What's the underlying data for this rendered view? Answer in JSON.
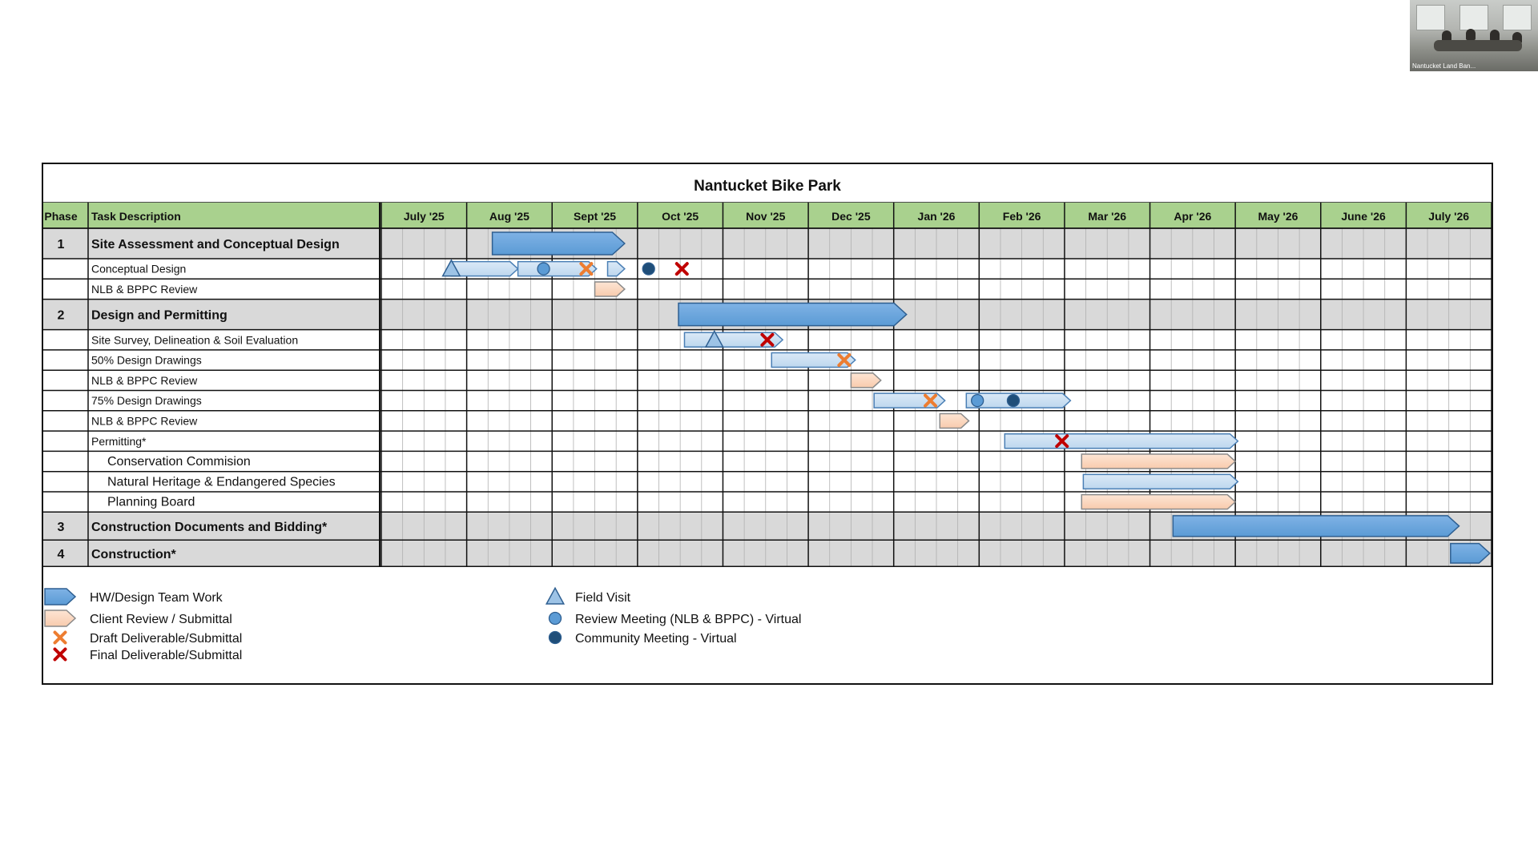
{
  "video_thumbnail": {
    "label": "Nantucket Land Ban..."
  },
  "chart_data": {
    "type": "gantt",
    "title": "Nantucket Bike Park",
    "columns": {
      "phase": "Phase",
      "task": "Task Description"
    },
    "months": [
      "July '25",
      "Aug '25",
      "Sept '25",
      "Oct '25",
      "Nov '25",
      "Dec '25",
      "Jan '26",
      "Feb '26",
      "Mar '26",
      "Apr '26",
      "May '26",
      "June '26",
      "July '26"
    ],
    "colors": {
      "header_green": "#a9d18e",
      "team_blue": "#5b9bd5",
      "team_blue_light": "#bdd7ee",
      "client_tan": "#f8cbad",
      "draft_orange": "#ed7d31",
      "final_red": "#c00000",
      "review_circle": "#5b9bd5",
      "community_circle": "#1f4e79"
    },
    "rows": [
      {
        "phase": "1",
        "task": "Site Assessment and Conceptual Design",
        "level": "phase",
        "bars": [
          {
            "kind": "team_phase",
            "start": 1.3,
            "end": 2.85
          }
        ],
        "markers": []
      },
      {
        "phase": "",
        "task": "Conceptual Design",
        "level": "task",
        "bars": [
          {
            "kind": "team",
            "start": 0.82,
            "end": 1.6
          },
          {
            "kind": "team",
            "start": 1.6,
            "end": 2.52
          },
          {
            "kind": "team",
            "start": 2.65,
            "end": 2.85
          }
        ],
        "markers": [
          {
            "kind": "field_visit",
            "pos": 0.82
          },
          {
            "kind": "review_meeting",
            "pos": 1.9
          },
          {
            "kind": "draft",
            "pos": 2.4
          },
          {
            "kind": "community_meeting",
            "pos": 3.13
          },
          {
            "kind": "final",
            "pos": 3.52
          }
        ]
      },
      {
        "phase": "",
        "task": "NLB & BPPC Review",
        "level": "task",
        "bars": [
          {
            "kind": "client",
            "start": 2.5,
            "end": 2.85
          }
        ],
        "markers": []
      },
      {
        "phase": "2",
        "task": "Design and Permitting",
        "level": "phase",
        "bars": [
          {
            "kind": "team_phase",
            "start": 3.48,
            "end": 6.15
          }
        ],
        "markers": []
      },
      {
        "phase": "",
        "task": "Site Survey, Delineation & Soil Evaluation",
        "level": "task",
        "bars": [
          {
            "kind": "team",
            "start": 3.55,
            "end": 4.7
          }
        ],
        "markers": [
          {
            "kind": "field_visit",
            "pos": 3.9
          },
          {
            "kind": "final",
            "pos": 4.52
          }
        ]
      },
      {
        "phase": "",
        "task": "50% Design Drawings",
        "level": "task",
        "bars": [
          {
            "kind": "team",
            "start": 4.57,
            "end": 5.55
          }
        ],
        "markers": [
          {
            "kind": "draft",
            "pos": 5.42
          }
        ]
      },
      {
        "phase": "",
        "task": "NLB & BPPC Review",
        "level": "task",
        "bars": [
          {
            "kind": "client",
            "start": 5.5,
            "end": 5.85
          }
        ],
        "markers": []
      },
      {
        "phase": "",
        "task": "75% Design Drawings",
        "level": "task",
        "bars": [
          {
            "kind": "team",
            "start": 5.77,
            "end": 6.6
          },
          {
            "kind": "team",
            "start": 6.85,
            "end": 8.07
          }
        ],
        "markers": [
          {
            "kind": "draft",
            "pos": 6.43
          },
          {
            "kind": "review_meeting",
            "pos": 6.98
          },
          {
            "kind": "community_meeting",
            "pos": 7.4
          }
        ]
      },
      {
        "phase": "",
        "task": "NLB & BPPC Review",
        "level": "task",
        "bars": [
          {
            "kind": "client",
            "start": 6.54,
            "end": 6.88
          }
        ],
        "markers": []
      },
      {
        "phase": "",
        "task": "Permitting*",
        "level": "task",
        "bars": [
          {
            "kind": "team",
            "start": 7.3,
            "end": 10.03
          }
        ],
        "markers": [
          {
            "kind": "final",
            "pos": 7.97
          }
        ]
      },
      {
        "phase": "",
        "task": "Conservation Commision",
        "level": "subtask",
        "bars": [
          {
            "kind": "client",
            "start": 8.2,
            "end": 10.0
          }
        ],
        "markers": []
      },
      {
        "phase": "",
        "task": "Natural Heritage & Endangered Species",
        "level": "subtask",
        "bars": [
          {
            "kind": "team",
            "start": 8.22,
            "end": 10.03
          }
        ],
        "markers": []
      },
      {
        "phase": "",
        "task": "Planning Board",
        "level": "subtask",
        "bars": [
          {
            "kind": "client",
            "start": 8.2,
            "end": 10.0
          }
        ],
        "markers": []
      },
      {
        "phase": "3",
        "task": "Construction Documents and Bidding*",
        "level": "phase",
        "bars": [
          {
            "kind": "team_phase",
            "start": 9.27,
            "end": 12.62
          }
        ],
        "markers": []
      },
      {
        "phase": "4",
        "task": "Construction*",
        "level": "phase",
        "bars": [
          {
            "kind": "team_phase",
            "start": 12.52,
            "end": 12.98
          }
        ],
        "markers": []
      }
    ],
    "legend": [
      {
        "symbol": "team",
        "label": "HW/Design Team Work"
      },
      {
        "symbol": "client",
        "label": "Client Review / Submittal"
      },
      {
        "symbol": "draft",
        "label": "Draft Deliverable/Submittal"
      },
      {
        "symbol": "final",
        "label": "Final Deliverable/Submittal"
      },
      {
        "symbol": "field_visit",
        "label": "Field Visit"
      },
      {
        "symbol": "review_meeting",
        "label": "Review Meeting (NLB & BPPC) - Virtual"
      },
      {
        "symbol": "community_meeting",
        "label": "Community Meeting - Virtual"
      }
    ]
  }
}
